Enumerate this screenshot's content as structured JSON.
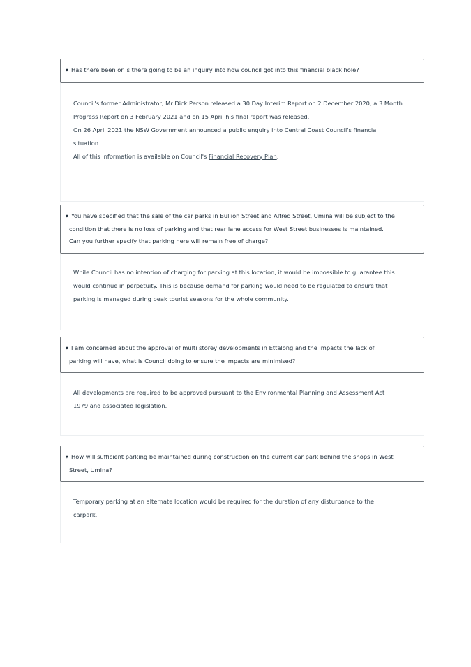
{
  "faqs": [
    {
      "question_lines": [
        "Has there been or is there going to be an inquiry into how council got into this financial black hole?"
      ],
      "answer": {
        "lines": [
          "Council's former Administrator, Mr Dick Person released a 30 Day Interim Report on 2 December 2020, a 3 Month",
          "Progress Report on 3 February 2021 and on 15 April his final report was released.",
          "On 26 April 2021 the NSW Government announced a public enquiry into Central Coast Council's financial",
          "situation."
        ],
        "last_line_prefix": "All of this information is available on Council's ",
        "link_text": "Financial Recovery Plan",
        "last_line_suffix": "."
      }
    },
    {
      "question_lines": [
        "You have specified that the sale of the car parks in Bullion Street and Alfred Street, Umina will be subject to the",
        "condition that there is no loss of parking and that rear lane access for West Street businesses is maintained.",
        "Can you further specify that parking here will remain free of charge?"
      ],
      "answer": {
        "lines": [
          "While Council has no intention of charging for parking at this location, it would be impossible to guarantee this",
          "would continue in perpetuity. This is because demand for parking would need to be regulated to ensure that",
          "parking is managed during peak tourist seasons for the whole community."
        ]
      }
    },
    {
      "question_lines": [
        "I am concerned about the approval of multi storey developments in Ettalong and the impacts the lack of",
        "parking will have, what is Council doing to ensure the impacts are minimised?"
      ],
      "answer": {
        "lines": [
          "All developments are required to be approved pursuant to the Environmental Planning and Assessment Act",
          "1979 and associated legislation."
        ]
      }
    },
    {
      "question_lines": [
        "How will sufficient parking be maintained during construction on the current car park behind the shops in West",
        "Street, Umina?"
      ],
      "answer": {
        "lines": [
          "Temporary parking at an alternate location would be required for the duration of any disturbance to the",
          "carpark."
        ]
      }
    }
  ],
  "icons": {
    "expand": "triangle-down-icon"
  }
}
